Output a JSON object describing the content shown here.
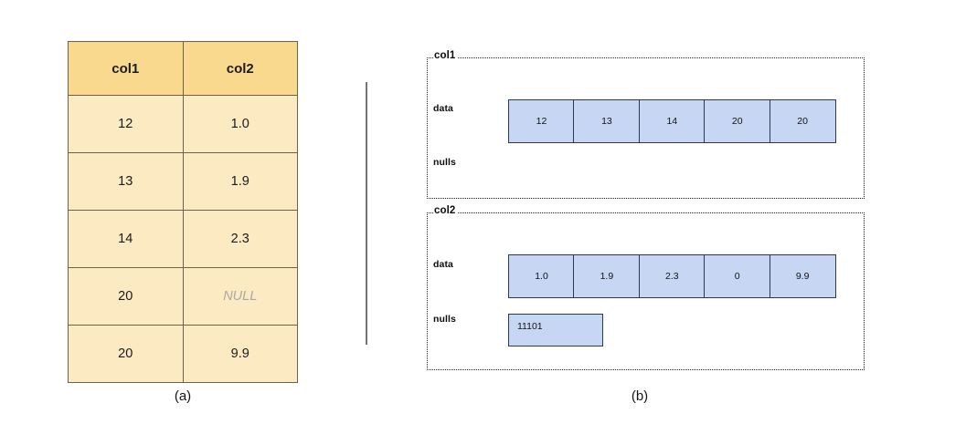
{
  "figure_a": {
    "caption": "(a)",
    "table": {
      "headers": [
        "col1",
        "col2"
      ],
      "rows": [
        [
          "12",
          "1.0"
        ],
        [
          "13",
          "1.9"
        ],
        [
          "14",
          "2.3"
        ],
        [
          "20",
          "NULL"
        ],
        [
          "20",
          "9.9"
        ]
      ],
      "null_token": "NULL",
      "header_bg": "#f9d98e",
      "cell_bg": "#fceac3",
      "border_color": "#6d624b",
      "null_text_color": "#a8a8a8"
    }
  },
  "figure_b": {
    "caption": "(b)",
    "cell_bg": "#c6d6f3",
    "cell_border": "#2c3b4b",
    "panels": [
      {
        "title": "col1",
        "data_label": "data",
        "nulls_label": "nulls",
        "data_values": [
          "12",
          "13",
          "14",
          "20",
          "20"
        ],
        "nulls_value": null
      },
      {
        "title": "col2",
        "data_label": "data",
        "nulls_label": "nulls",
        "data_values": [
          "1.0",
          "1.9",
          "2.3",
          "0",
          "9.9"
        ],
        "nulls_value": "11101"
      }
    ]
  }
}
